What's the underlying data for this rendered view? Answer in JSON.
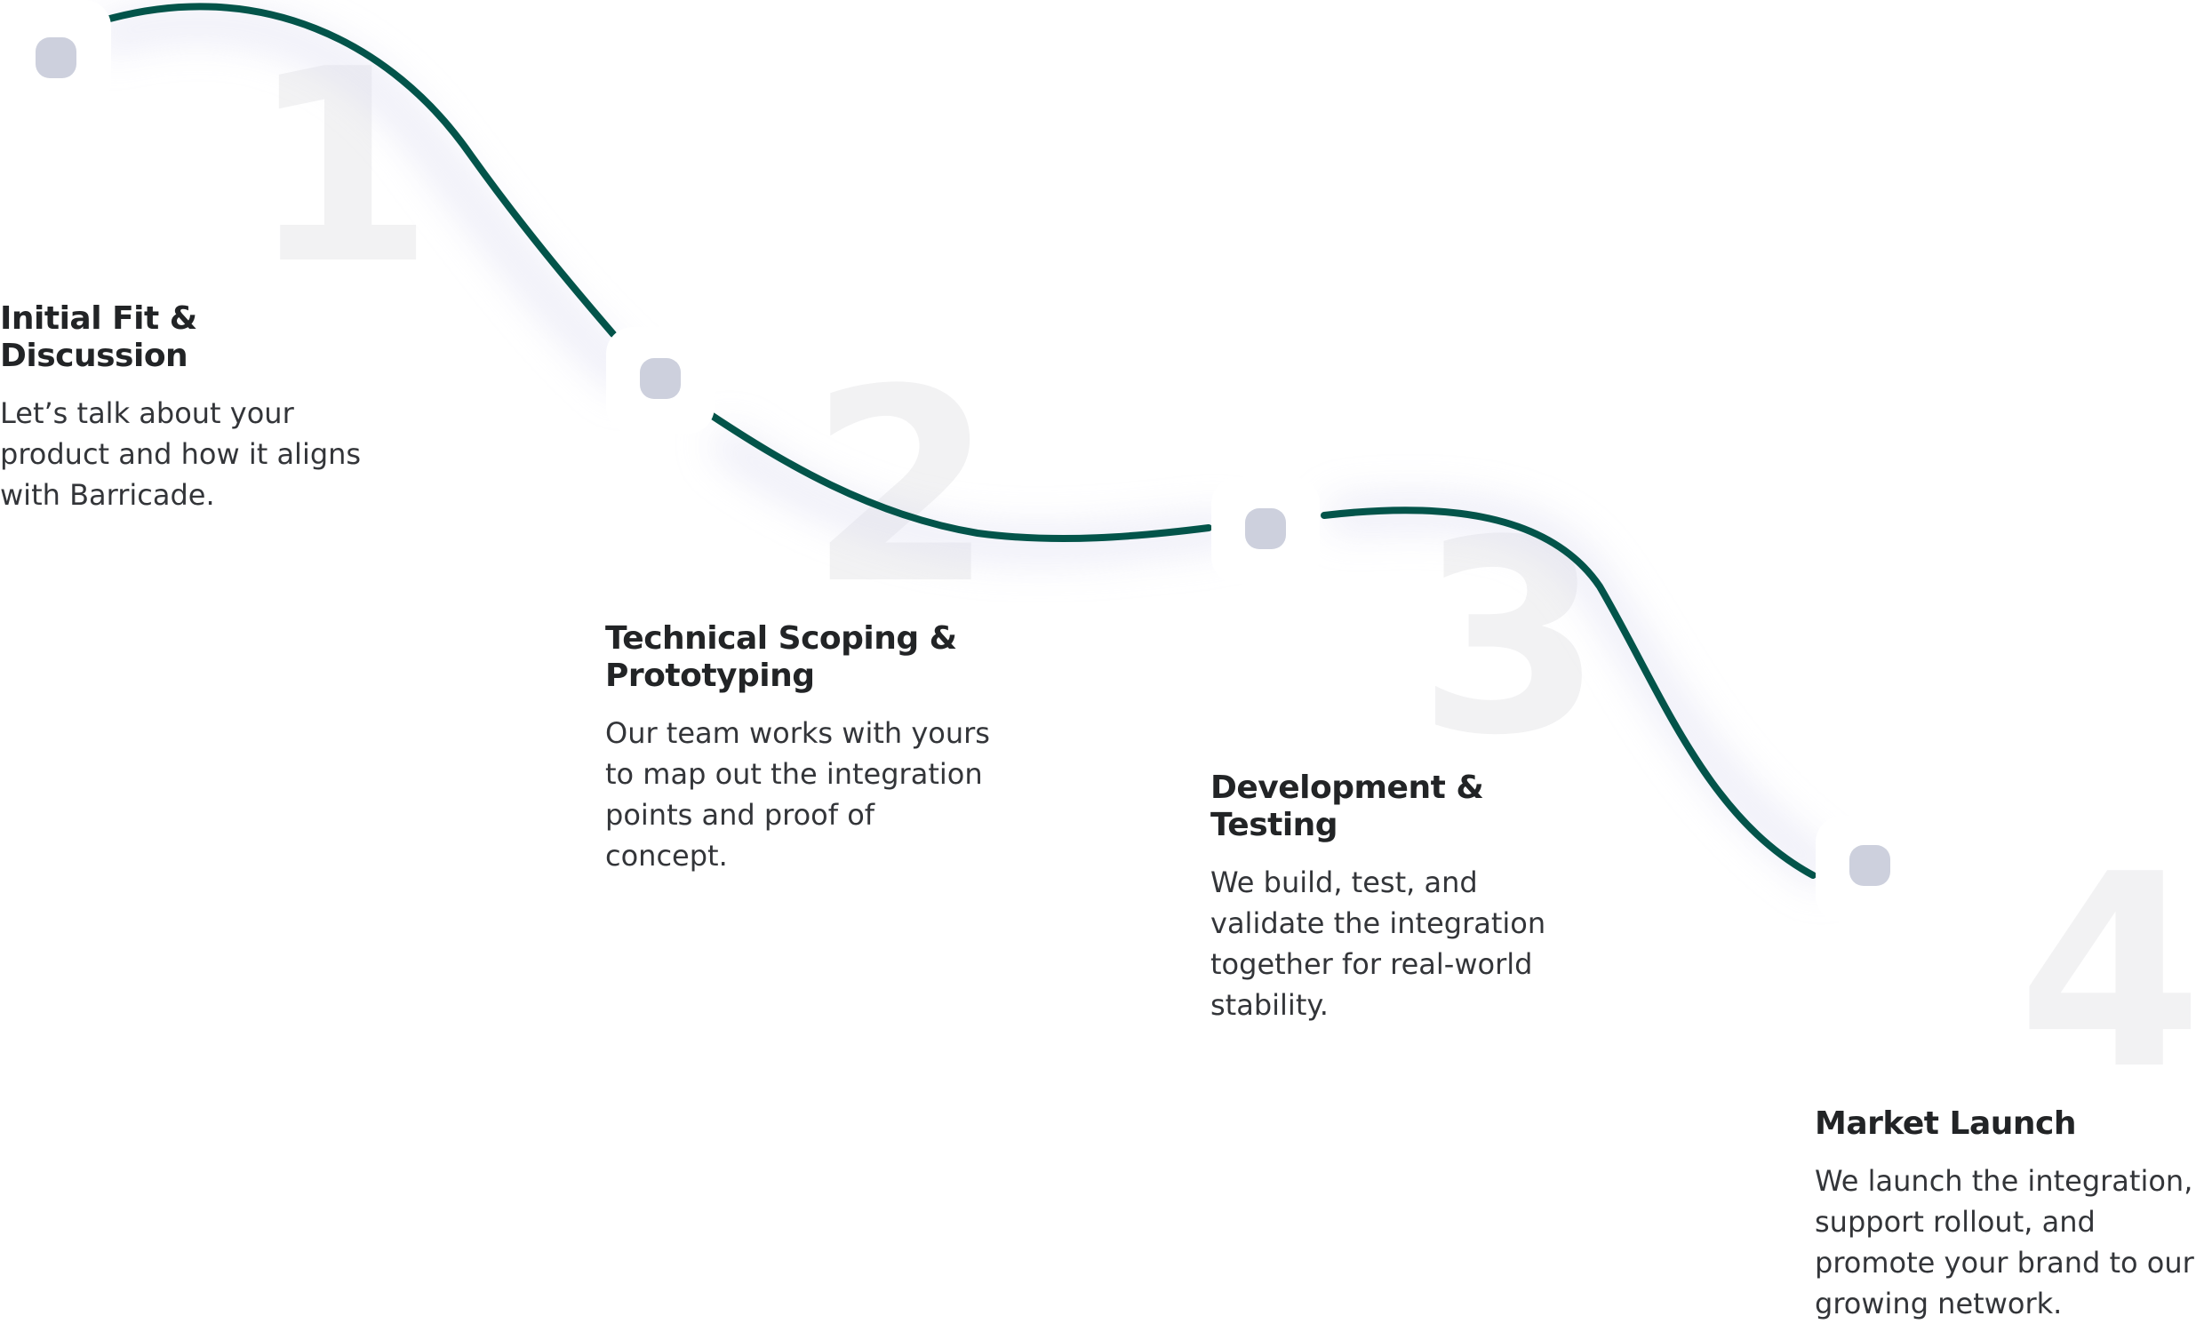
{
  "process": {
    "curve_color": "#03544a",
    "dot_color": "#cdd0dd",
    "number_color": "#f2f2f3",
    "steps": [
      {
        "number": "1",
        "title": "Initial Fit & Discussion",
        "description": "Let’s talk about your product and how it aligns with Barricade."
      },
      {
        "number": "2",
        "title": "Technical Scoping & Prototyping",
        "description": "Our team works with yours to map out the integration points and proof of concept."
      },
      {
        "number": "3",
        "title": "Development & Testing",
        "description": "We build, test, and validate the integration together for real-world stability."
      },
      {
        "number": "4",
        "title": "Market Launch",
        "description": "We launch the integration, support rollout, and promote your brand to our growing network."
      }
    ]
  }
}
